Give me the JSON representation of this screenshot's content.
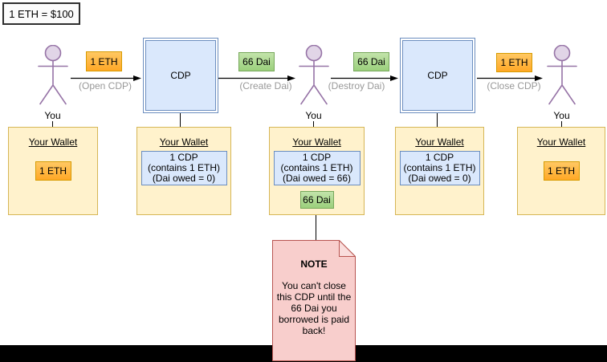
{
  "price_banner": {
    "text": "1 ETH = $100"
  },
  "actors": [
    {
      "label": "You"
    },
    {
      "label": "You"
    },
    {
      "label": "You"
    }
  ],
  "cdp_boxes": [
    {
      "label": "CDP"
    },
    {
      "label": "CDP"
    }
  ],
  "arrows": [
    {
      "badge": "1 ETH",
      "type": "eth",
      "action": "(Open CDP)",
      "direction": "right"
    },
    {
      "badge": "66 Dai",
      "type": "dai",
      "action": "(Create Dai)",
      "direction": "right"
    },
    {
      "badge": "66 Dai",
      "type": "dai",
      "action": "(Destroy Dai)",
      "direction": "right"
    },
    {
      "badge": "1 ETH",
      "type": "eth",
      "action": "(Close CDP)",
      "direction": "right"
    }
  ],
  "wallets": [
    {
      "title": "Your Wallet",
      "eth_badge": "1 ETH"
    },
    {
      "title": "Your Wallet",
      "cdp_lines": [
        "1 CDP",
        "(contains 1 ETH)",
        "(Dai owed = 0)"
      ]
    },
    {
      "title": "Your Wallet",
      "cdp_lines": [
        "1 CDP",
        "(contains 1 ETH)",
        "(Dai owed = 66)"
      ],
      "dai_badge": "66 Dai"
    },
    {
      "title": "Your Wallet",
      "cdp_lines": [
        "1 CDP",
        "(contains 1 ETH)",
        "(Dai owed = 0)"
      ]
    },
    {
      "title": "Your Wallet",
      "eth_badge": "1 ETH"
    }
  ],
  "note": {
    "title": "NOTE",
    "lines": [
      "You can't close",
      "this CDP until the",
      "66 Dai you",
      "borrowed is paid",
      "back!"
    ]
  },
  "colors": {
    "actor_fill": "#E1D5E7",
    "actor_stroke": "#9673A6",
    "cdp_fill": "#DAE8FC",
    "cdp_stroke": "#6C8EBF",
    "wallet_fill": "#FFF2CC",
    "wallet_stroke": "#D6B656",
    "eth_badge_fill": "#FFB12B",
    "eth_badge_stroke": "#D79B00",
    "dai_badge_fill": "#A5D58C",
    "dai_badge_stroke": "#82B366",
    "note_fill": "#F8CECC",
    "note_stroke": "#B85450",
    "action_label": "#999999",
    "bottom_bar": "#000000"
  }
}
